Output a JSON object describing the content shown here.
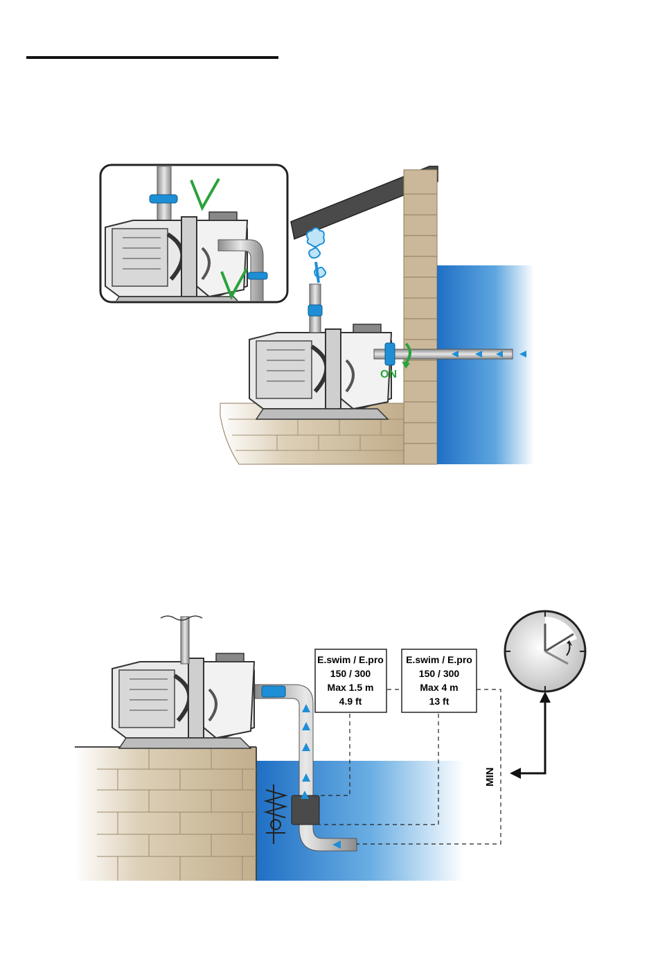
{
  "header": {
    "underline": ""
  },
  "figure1": {
    "valve_state_label": "ON",
    "colors": {
      "valve": "#1e8fd6",
      "check": "#2aa23c",
      "water": "#1f6fc4",
      "brick": "#cbb89a"
    }
  },
  "figure2": {
    "box1": {
      "line1": "E.swim / E.pro",
      "line2": "150 / 300",
      "line3": "Max 1.5 m",
      "line4": "4.9 ft"
    },
    "box2": {
      "line1": "E.swim / E.pro",
      "line2": "150 / 300",
      "line3": "Max 4 m",
      "line4": "13 ft"
    },
    "min_label": "MIN",
    "icons": [
      "clock-icon",
      "check-valve-icon"
    ]
  }
}
